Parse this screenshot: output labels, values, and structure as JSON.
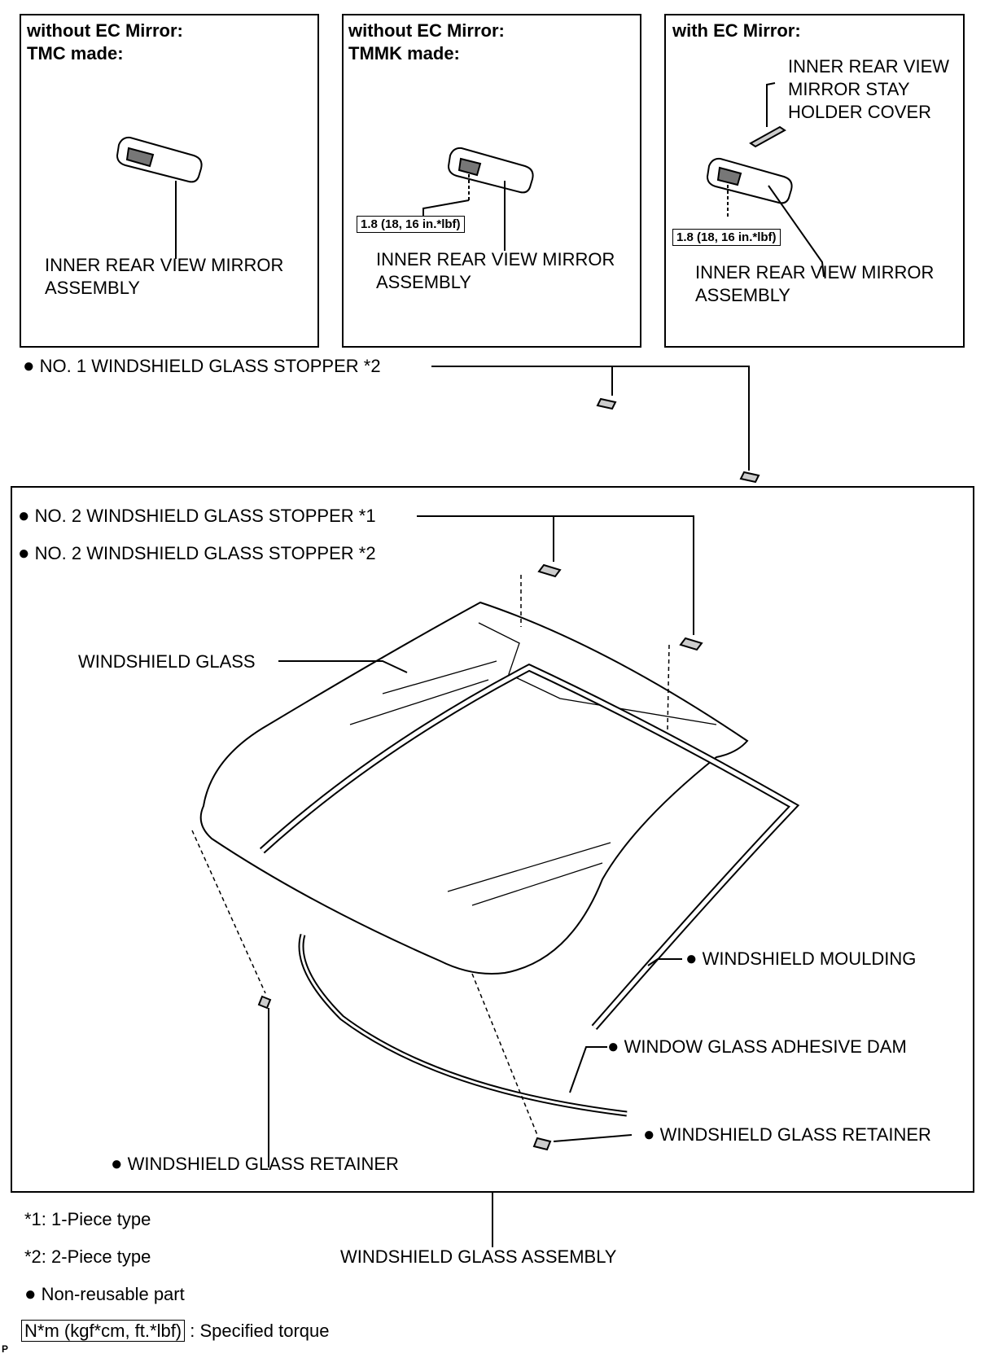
{
  "panels": {
    "tmc": {
      "heading_line1": "without EC Mirror:",
      "heading_line2": "TMC made:",
      "mirror_label_line1": "INNER REAR VIEW MIRROR",
      "mirror_label_line2": "ASSEMBLY"
    },
    "tmmk": {
      "heading_line1": "without EC Mirror:",
      "heading_line2": "TMMK made:",
      "torque": "1.8 (18, 16 in.*lbf)",
      "mirror_label_line1": "INNER REAR VIEW MIRROR",
      "mirror_label_line2": "ASSEMBLY"
    },
    "ec": {
      "heading_line1": "with EC Mirror:",
      "cover_label_line1": "INNER REAR VIEW",
      "cover_label_line2": "MIRROR STAY",
      "cover_label_line3": "HOLDER COVER",
      "torque": "1.8 (18, 16 in.*lbf)",
      "mirror_label_line1": "INNER REAR VIEW MIRROR",
      "mirror_label_line2": "ASSEMBLY"
    }
  },
  "bullet_symbol": "●",
  "parts": {
    "stopper_no1_2": "NO. 1 WINDSHIELD GLASS STOPPER *2",
    "stopper_no2_1": "NO. 2 WINDSHIELD GLASS STOPPER *1",
    "stopper_no2_2": "NO. 2 WINDSHIELD GLASS STOPPER *2",
    "windshield_glass": "WINDSHIELD GLASS",
    "windshield_moulding": "WINDSHIELD MOULDING",
    "adhesive_dam": "WINDOW GLASS ADHESIVE DAM",
    "retainer_right": "WINDSHIELD GLASS RETAINER",
    "retainer_left": "WINDSHIELD GLASS RETAINER",
    "assembly": "WINDSHIELD GLASS ASSEMBLY"
  },
  "legend": {
    "note1": "*1: 1-Piece type",
    "note2": "*2: 2-Piece type",
    "non_reusable": "Non-reusable part",
    "torque_box": "N*m (kgf*cm, ft.*lbf)",
    "torque_desc": ": Specified torque"
  },
  "corner_mark": "P"
}
